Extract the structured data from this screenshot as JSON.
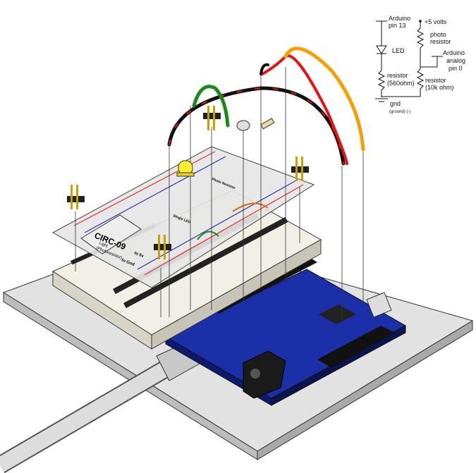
{
  "schematic": {
    "pin13": [
      "Arduino",
      "pin 13"
    ],
    "led": "LED",
    "resistor1": [
      "resistor",
      "(560ohm)"
    ],
    "gnd": "gnd",
    "ground": "(ground) (-)",
    "volts": "+5 volts",
    "photo": [
      "photo",
      "resistor"
    ],
    "analog": [
      "Arduino",
      "analog",
      "pin 0"
    ],
    "resistor2": [
      "resistor",
      "(10k ohm)"
    ]
  },
  "overlay": {
    "title": "CIRC-09",
    "subtitle": [
      "Light",
      "(Photoresistor)"
    ],
    "to5v": "to 5v",
    "togn": "to Gnd",
    "photo_label": "Photo Resistor",
    "single_led": "Single LED"
  },
  "colors": {
    "board": "#1a2fa8",
    "wire_red": "#e81010",
    "wire_orange": "#f5a000",
    "wire_green": "#1a8a1a",
    "led": "#ffee30"
  }
}
